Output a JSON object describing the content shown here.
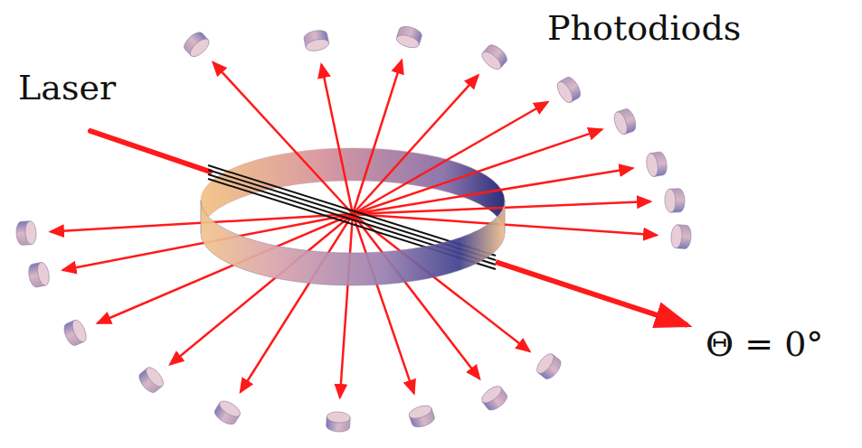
{
  "diagram": {
    "labels": [
      "Laser",
      "Photodiods",
      "Θ = 0°"
    ]
  }
}
